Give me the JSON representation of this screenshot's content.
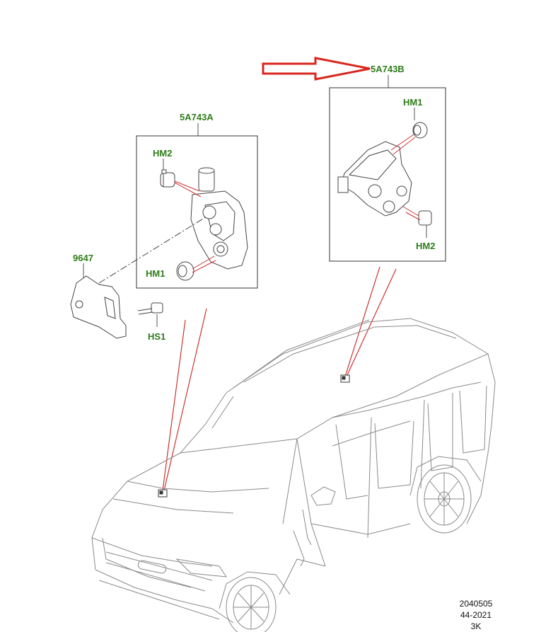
{
  "colors": {
    "label_green": "#2e7d1a",
    "arrow_red": "#d9271f",
    "leader_red": "#cc3333",
    "line_gray": "#555555",
    "car_gray": "#8a8a8a"
  },
  "callouts": {
    "part_a": "5A743A",
    "part_b": "5A743B",
    "bracket": "9647",
    "a_hm2": "HM2",
    "a_hm1": "HM1",
    "a_hs1": "HS1",
    "b_hm1": "HM1",
    "b_hm2": "HM2"
  },
  "reference": {
    "line1": "2040505",
    "line2": "44-2021",
    "line3": "3K"
  },
  "icons": [
    "highlight-arrow-icon",
    "valve-block-icon",
    "bracket-icon",
    "car-outline-icon"
  ]
}
